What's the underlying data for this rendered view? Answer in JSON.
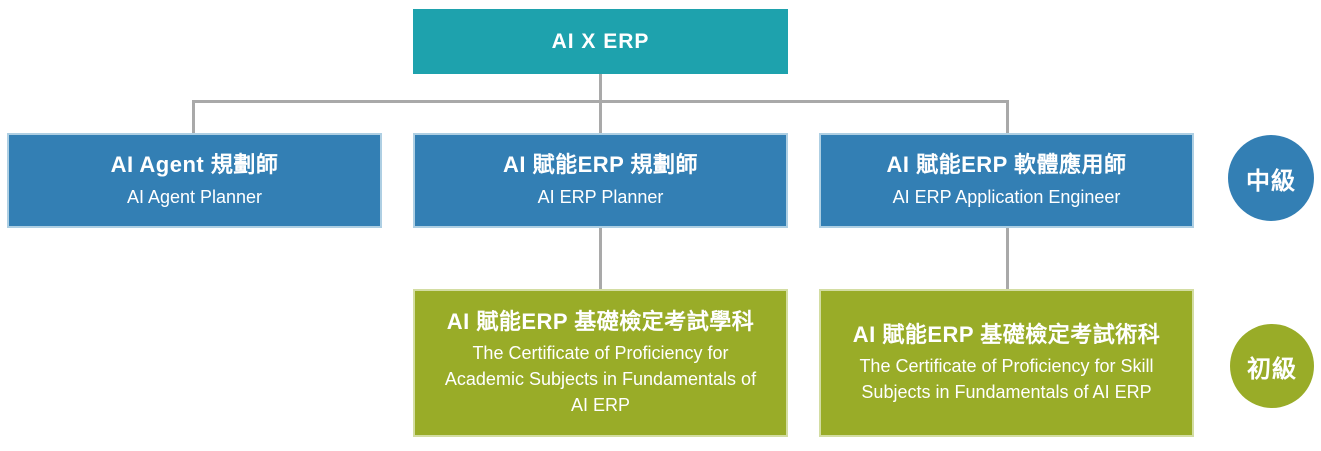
{
  "colors": {
    "root_teal": "#1EA2AD",
    "intermediate_blue": "#337FB4",
    "beginner_green": "#99AC28",
    "connector_gray": "#A9A9A9",
    "text_white": "#FFFFFF"
  },
  "root": {
    "title": "AI X ERP"
  },
  "intermediate": {
    "badge": "中級",
    "nodes": [
      {
        "title_zh": "AI Agent 規劃師",
        "title_en": "AI Agent Planner"
      },
      {
        "title_zh": "AI 賦能ERP 規劃師",
        "title_en": "AI ERP Planner"
      },
      {
        "title_zh": "AI 賦能ERP 軟體應用師",
        "title_en": "AI ERP Application Engineer"
      }
    ]
  },
  "beginner": {
    "badge": "初級",
    "nodes": [
      {
        "title_zh": "AI 賦能ERP 基礎檢定考試學科",
        "title_en": "The Certificate of Proficiency for Academic Subjects in Fundamentals of AI ERP"
      },
      {
        "title_zh": "AI 賦能ERP 基礎檢定考試術科",
        "title_en": "The Certificate of Proficiency for Skill Subjects in Fundamentals of AI ERP"
      }
    ]
  }
}
